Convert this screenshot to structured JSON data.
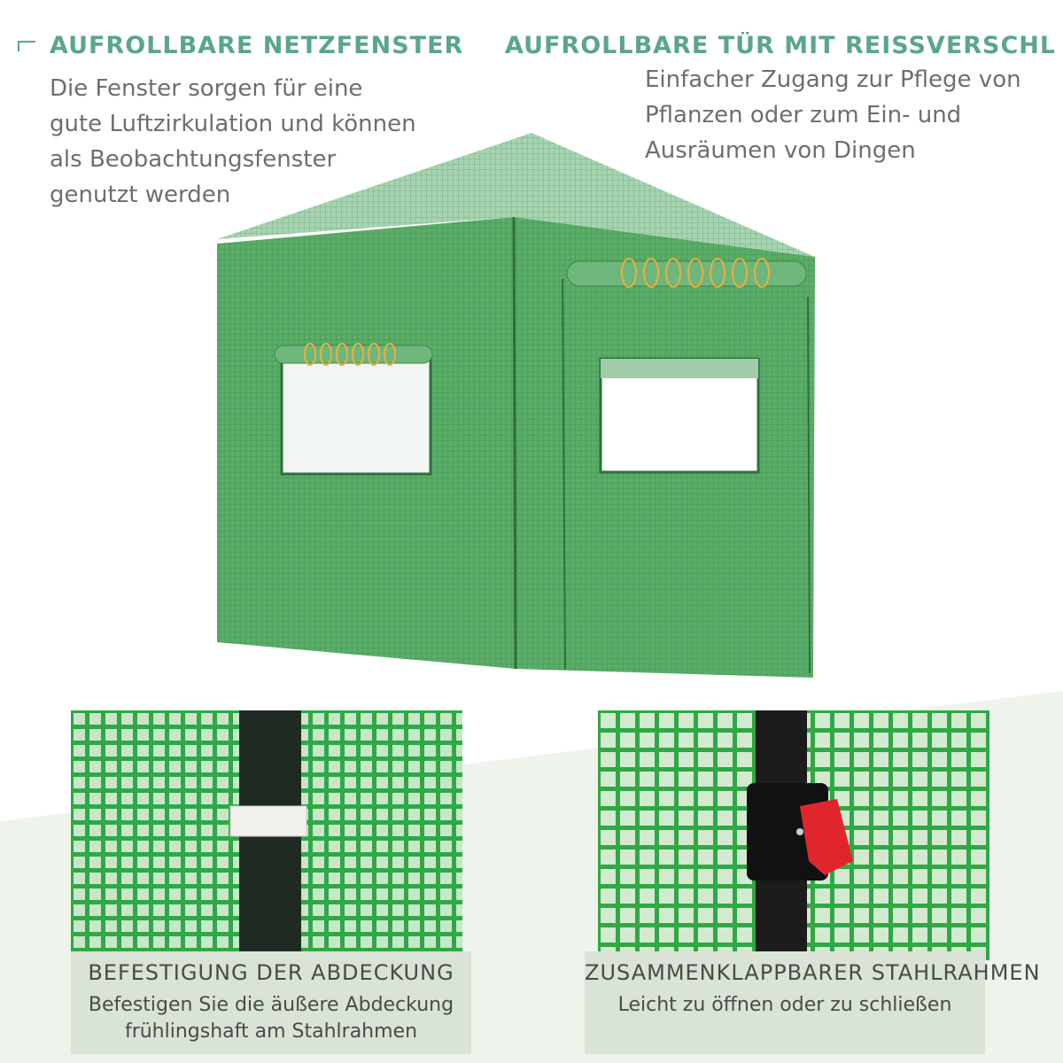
{
  "left_feature": {
    "title": "AUFROLLBARE NETZFENSTER",
    "body": "Die Fenster sorgen für eine\ngute Luftzirkulation und können\nals Beobachtungsfenster\ngenutzt werden"
  },
  "right_feature": {
    "title": "AUFROLLBARE TÜR MIT REISSVERSCHLUSS",
    "body": "Einfacher Zugang zur Pflege von\nPflanzen oder zum Ein- und\nAusräumen von Dingen"
  },
  "detail_left": {
    "title": "BEFESTIGUNG DER ABDECKUNG",
    "body": "Befestigen Sie die äußere Abdeckung\nfrühlingshaft am Stahlrahmen"
  },
  "detail_right": {
    "title": "ZUSAMMENKLAPPBARER STAHLRAHMEN",
    "body": "Leicht zu öffnen oder zu schließen"
  },
  "colors": {
    "accent_teal": "#5aa58e",
    "tent_green": "#4f9e5e",
    "caption_bg": "#d9e3d6",
    "text_grey": "#6e6e6e"
  }
}
